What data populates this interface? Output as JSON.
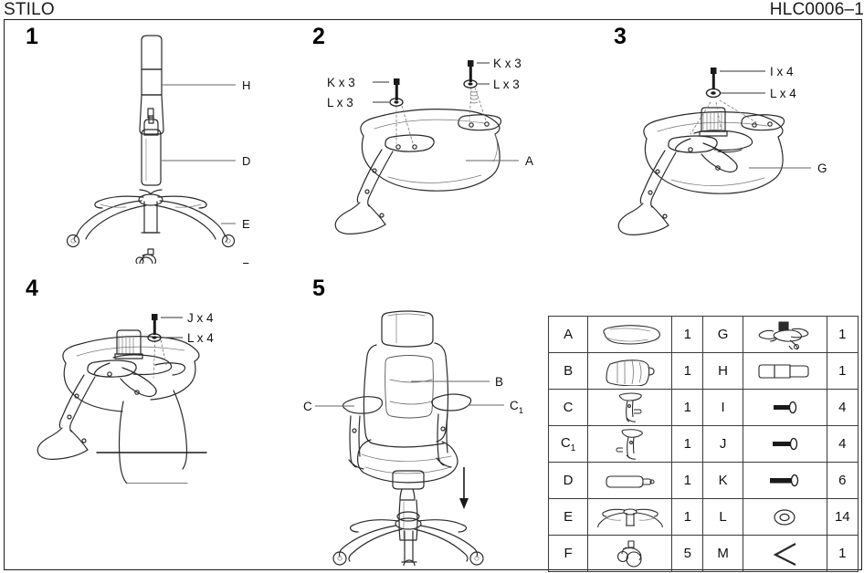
{
  "header": {
    "brand": "STILO",
    "model_code": "HLC0006–1"
  },
  "steps": [
    {
      "number": "1",
      "callouts": [
        {
          "id": "H",
          "text": "H"
        },
        {
          "id": "D",
          "text": "D"
        },
        {
          "id": "E",
          "text": "E"
        },
        {
          "id": "F",
          "text": "F"
        }
      ]
    },
    {
      "number": "2",
      "callouts": [
        {
          "id": "K-left",
          "text": "K x 3"
        },
        {
          "id": "L-left",
          "text": "L  x 3"
        },
        {
          "id": "K-right",
          "text": "K x 3"
        },
        {
          "id": "L-right",
          "text": "L  x 3"
        },
        {
          "id": "A",
          "text": "A"
        }
      ]
    },
    {
      "number": "3",
      "callouts": [
        {
          "id": "I",
          "text": "I x 4"
        },
        {
          "id": "L",
          "text": "L  x 4"
        },
        {
          "id": "G",
          "text": "G"
        }
      ]
    },
    {
      "number": "4",
      "callouts": [
        {
          "id": "J",
          "text": "J  x 4"
        },
        {
          "id": "L",
          "text": "L  x 4"
        }
      ]
    },
    {
      "number": "5",
      "callouts": [
        {
          "id": "B",
          "text": "B"
        },
        {
          "id": "C",
          "text": "C"
        },
        {
          "id": "C1",
          "text": "C"
        },
        {
          "id": "C1sub",
          "text": "1"
        }
      ]
    }
  ],
  "parts_table": {
    "rows": [
      {
        "left_letter": "A",
        "left_sub": "",
        "left_icon": "seat-pan-icon",
        "left_qty": "1",
        "right_letter": "G",
        "right_sub": "",
        "right_icon": "mechanism-icon",
        "right_qty": "1"
      },
      {
        "left_letter": "B",
        "left_sub": "",
        "left_icon": "backrest-icon",
        "left_qty": "1",
        "right_letter": "H",
        "right_sub": "",
        "right_icon": "column-cover-icon",
        "right_qty": "1"
      },
      {
        "left_letter": "C",
        "left_sub": "",
        "left_icon": "armrest-left-icon",
        "left_qty": "1",
        "right_letter": "I",
        "right_sub": "",
        "right_icon": "bolt-short-icon",
        "right_qty": "4"
      },
      {
        "left_letter": "C",
        "left_sub": "1",
        "left_icon": "armrest-right-icon",
        "left_qty": "1",
        "right_letter": "J",
        "right_sub": "",
        "right_icon": "bolt-medium-icon",
        "right_qty": "4"
      },
      {
        "left_letter": "D",
        "left_sub": "",
        "left_icon": "gas-cylinder-icon",
        "left_qty": "1",
        "right_letter": "K",
        "right_sub": "",
        "right_icon": "bolt-long-icon",
        "right_qty": "6"
      },
      {
        "left_letter": "E",
        "left_sub": "",
        "left_icon": "base-star-icon",
        "left_qty": "1",
        "right_letter": "L",
        "right_sub": "",
        "right_icon": "washer-icon",
        "right_qty": "14"
      },
      {
        "left_letter": "F",
        "left_sub": "",
        "left_icon": "caster-icon",
        "left_qty": "5",
        "right_letter": "M",
        "right_sub": "",
        "right_icon": "hex-key-icon",
        "right_qty": "1"
      }
    ]
  },
  "colors": {
    "line": "#2b2b2b",
    "leader": "#555555",
    "text": "#111111"
  }
}
